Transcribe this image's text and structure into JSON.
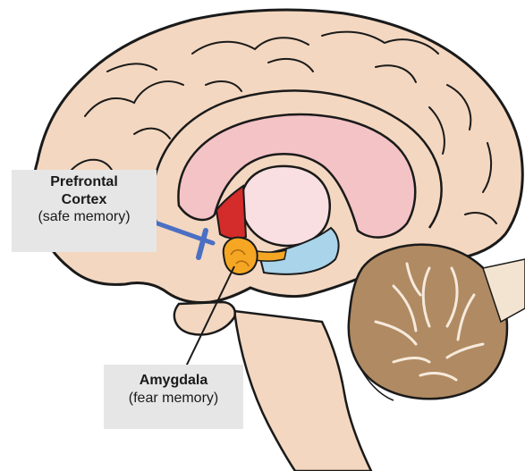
{
  "labels": {
    "prefrontal": {
      "title_line1": "Prefrontal",
      "title_line2": "Cortex",
      "subtitle": "(safe memory)"
    },
    "amygdala": {
      "title": "Amygdala",
      "subtitle": "(fear memory)"
    }
  },
  "colors": {
    "brain_fill": "#f3d7c0",
    "outline": "#1a1a1a",
    "corpus_callosum": "#f4c3c6",
    "thalamus": "#f9dfe1",
    "prefrontal_region": "#d42b2b",
    "hippocampus_region": "#a9d4ea",
    "amygdala": "#f5a623",
    "cerebellum": "#b08a62",
    "inhibition_arrow": "#4a6fc3",
    "label_background": "#e6e6e6"
  },
  "icons": {
    "inhibition": "t-bar-arrow"
  }
}
